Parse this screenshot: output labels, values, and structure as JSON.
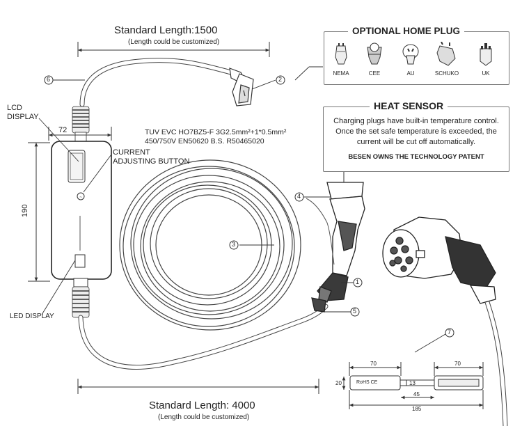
{
  "dimensions": {
    "top_length": "Standard Length:1500",
    "top_note": "(Length could be customized)",
    "bottom_length": "Standard Length: 4000",
    "bottom_note": "(Length could be customized)",
    "width_72": "72",
    "height_190": "190"
  },
  "labels": {
    "lcd_display_1": "LCD",
    "lcd_display_2": "DISPLAY",
    "current_button_1": "CURRENT",
    "current_button_2": "ADJUSTING  BUTTON",
    "led_display": "LED DISPLAY",
    "cable_spec_1": "TUV EVC HO7BZ5-F 3G2.5mm²+1*0.5mm²",
    "cable_spec_2": "450/750V EN50620 B.S. R50465020"
  },
  "callouts": [
    "1",
    "2",
    "3",
    "4",
    "5",
    "6",
    "7"
  ],
  "optional_plug": {
    "title": "OPTIONAL HOME PLUG",
    "plugs": [
      {
        "name": "NEMA",
        "icon": "nema-plug-icon"
      },
      {
        "name": "CEE",
        "icon": "cee-plug-icon"
      },
      {
        "name": "AU",
        "icon": "au-plug-icon"
      },
      {
        "name": "SCHUKO",
        "icon": "schuko-plug-icon"
      },
      {
        "name": "UK",
        "icon": "uk-plug-icon"
      }
    ]
  },
  "heat_sensor": {
    "title": "HEAT  SENSOR",
    "line1": "Charging plugs have built-in temperature control.",
    "line2": "Once the set safe temperature is exceeded, the",
    "line3": "current will be cut off automatically.",
    "patent": "BESEN OWNS THE TECHNOLOGY PATENT"
  },
  "tag": {
    "dim_left": "70",
    "dim_right": "70",
    "dim_height": "20",
    "dim_13": "13",
    "dim_45": "45",
    "dim_185": "185",
    "marks": "RoHS CE"
  }
}
